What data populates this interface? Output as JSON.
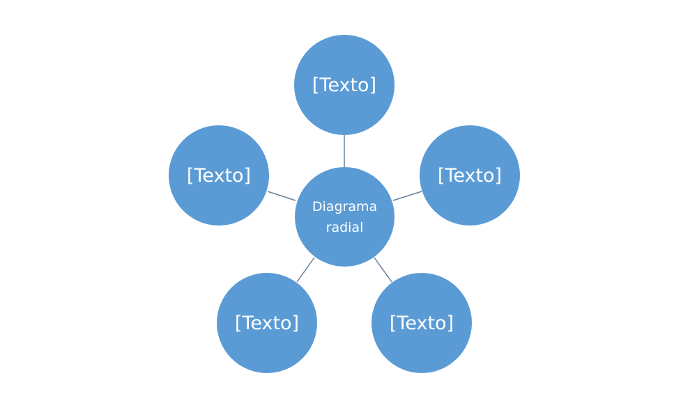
{
  "colors": {
    "node_fill": "#5b9bd5",
    "connector": "#6a7f99",
    "text": "#ffffff"
  },
  "center": {
    "line1": "Diagrama",
    "line2": "radial"
  },
  "nodes": [
    {
      "label": "[Texto]"
    },
    {
      "label": "[Texto]"
    },
    {
      "label": "[Texto]"
    },
    {
      "label": "[Texto]"
    },
    {
      "label": "[Texto]"
    }
  ]
}
